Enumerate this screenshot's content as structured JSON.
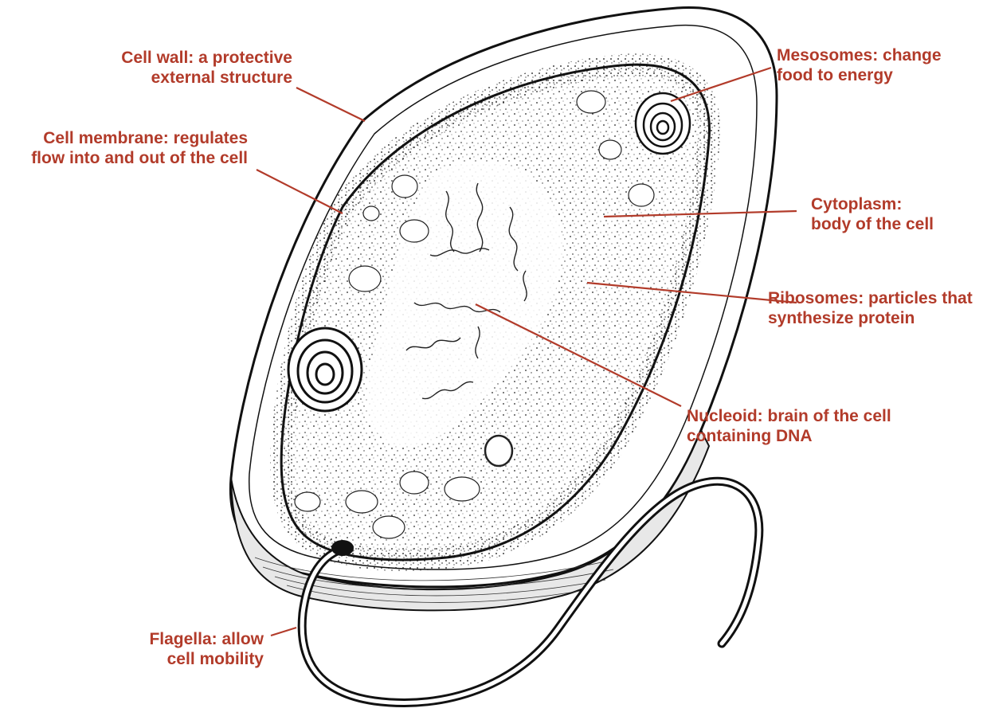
{
  "colors": {
    "label": "#b23b2a",
    "leader": "#b23b2a",
    "ink": "#111111",
    "cell_fill": "#ffffff"
  },
  "labels": {
    "cell_wall": {
      "line1": "Cell wall: a protective",
      "line2": "external structure"
    },
    "cell_membrane": {
      "line1": "Cell membrane: regulates",
      "line2": "flow into and out of the cell"
    },
    "mesosomes": {
      "line1": "Mesosomes: change",
      "line2": "food to energy"
    },
    "cytoplasm": {
      "line1": "Cytoplasm:",
      "line2": "body of the cell"
    },
    "ribosomes": {
      "line1": "Ribosomes: particles that",
      "line2": "synthesize protein"
    },
    "nucleoid": {
      "line1": "Nucleoid: brain of the cell",
      "line2": "containing DNA"
    },
    "flagella": {
      "line1": "Flagella: allow",
      "line2": "cell mobility"
    }
  }
}
